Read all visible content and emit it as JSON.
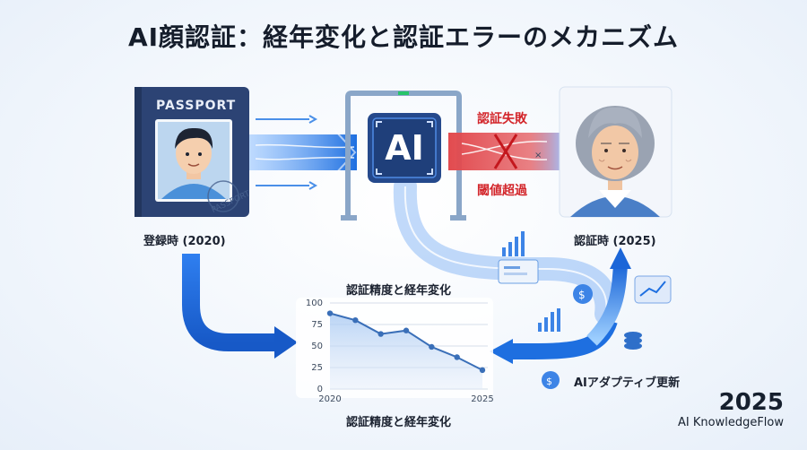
{
  "title": "AI顔認証：経年変化と認証エラーのメカニズム",
  "passport": {
    "label": "PASSPORT",
    "stamp_text": "PASSPORT"
  },
  "registration": {
    "caption": "登録時 (2020)"
  },
  "ai_module": {
    "label": "AI"
  },
  "failure": {
    "auth_fail": "認証失敗",
    "threshold": "閾値超過"
  },
  "authentication": {
    "caption": "認証時 (2025)"
  },
  "center_caption": "認証精度と経年変化",
  "adaptive_caption": "AIアダプティブ更新",
  "brand": {
    "year": "2025",
    "name": "AI KnowledgeFlow"
  },
  "colors": {
    "accent_blue": "#1e6fe0",
    "dark_navy": "#2c4374",
    "alert_red": "#d3262b"
  },
  "chart_data": {
    "type": "line",
    "title": "認証精度と経年変化",
    "x_labels": [
      "2020",
      "2025"
    ],
    "y_ticks": [
      0,
      25,
      50,
      75,
      100
    ],
    "ylim": [
      0,
      100
    ],
    "values": [
      88,
      80,
      64,
      68,
      49,
      37,
      22
    ],
    "grid": true
  }
}
